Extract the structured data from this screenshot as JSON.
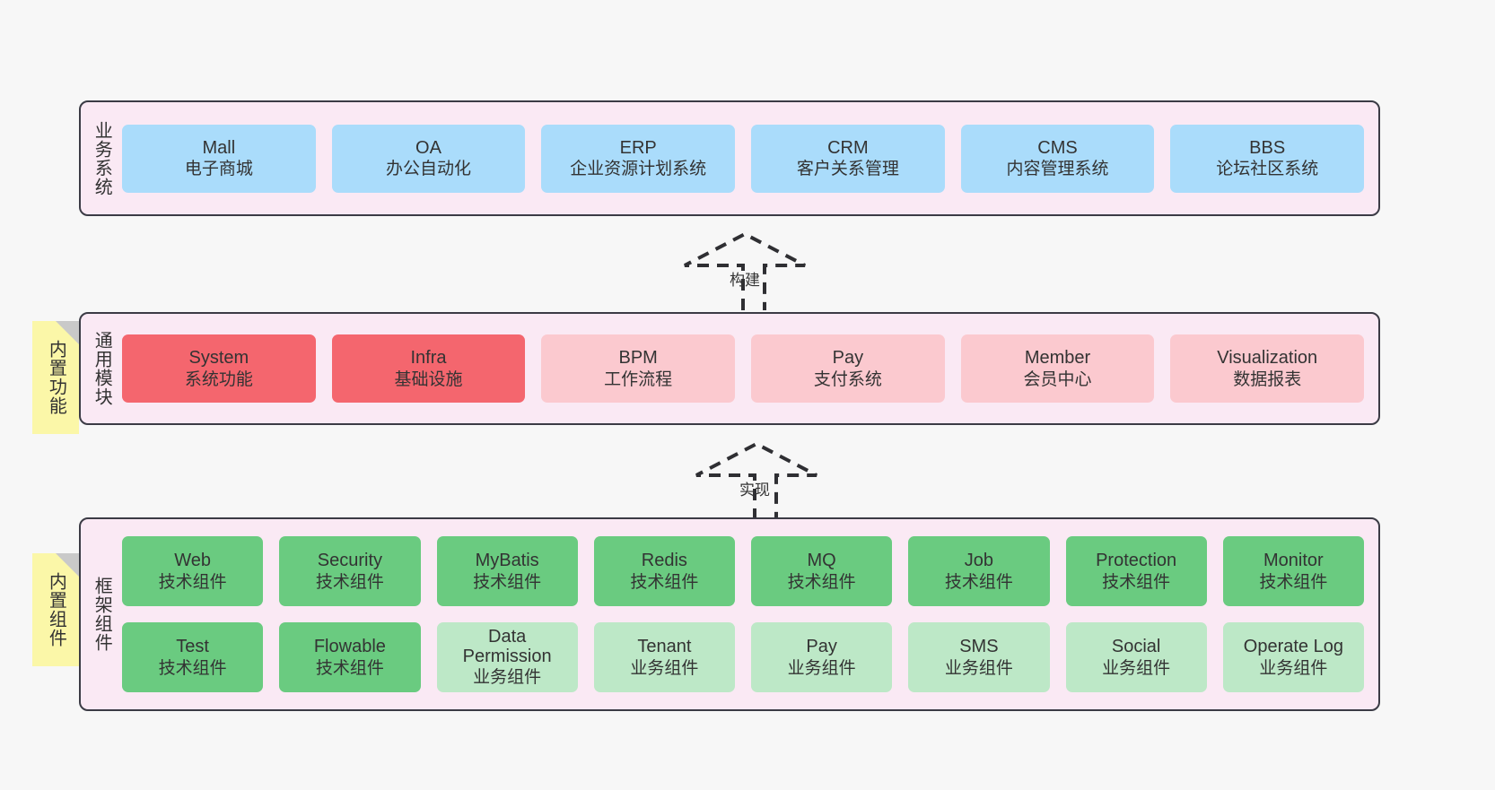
{
  "diagram": {
    "background_color": "#f7f7f7",
    "panel_color": "#fae9f4",
    "panel_border_color": "#3b3b45",
    "note_color": "#fbf7a8",
    "note_fold_color": "#c9c9c9"
  },
  "layers": [
    {
      "title": "业务系统",
      "note": null,
      "rows": [
        {
          "items": [
            {
              "name": "Mall",
              "subtitle": "电子商城",
              "style": "blue"
            },
            {
              "name": "OA",
              "subtitle": "办公自动化",
              "style": "blue"
            },
            {
              "name": "ERP",
              "subtitle": "企业资源计划系统",
              "style": "blue"
            },
            {
              "name": "CRM",
              "subtitle": "客户关系管理",
              "style": "blue"
            },
            {
              "name": "CMS",
              "subtitle": "内容管理系统",
              "style": "blue"
            },
            {
              "name": "BBS",
              "subtitle": "论坛社区系统",
              "style": "blue"
            }
          ]
        }
      ]
    },
    {
      "title": "通用模块",
      "note": "内置功能",
      "rows": [
        {
          "items": [
            {
              "name": "System",
              "subtitle": "系统功能",
              "style": "red"
            },
            {
              "name": "Infra",
              "subtitle": "基础设施",
              "style": "red"
            },
            {
              "name": "BPM",
              "subtitle": "工作流程",
              "style": "pink"
            },
            {
              "name": "Pay",
              "subtitle": "支付系统",
              "style": "pink"
            },
            {
              "name": "Member",
              "subtitle": "会员中心",
              "style": "pink"
            },
            {
              "name": "Visualization",
              "subtitle": "数据报表",
              "style": "pink"
            }
          ]
        }
      ]
    },
    {
      "title": "框架组件",
      "note": "内置组件",
      "rows": [
        {
          "items": [
            {
              "name": "Web",
              "subtitle": "技术组件",
              "style": "green"
            },
            {
              "name": "Security",
              "subtitle": "技术组件",
              "style": "green"
            },
            {
              "name": "MyBatis",
              "subtitle": "技术组件",
              "style": "green"
            },
            {
              "name": "Redis",
              "subtitle": "技术组件",
              "style": "green"
            },
            {
              "name": "MQ",
              "subtitle": "技术组件",
              "style": "green"
            },
            {
              "name": "Job",
              "subtitle": "技术组件",
              "style": "green"
            },
            {
              "name": "Protection",
              "subtitle": "技术组件",
              "style": "green"
            },
            {
              "name": "Monitor",
              "subtitle": "技术组件",
              "style": "green"
            }
          ]
        },
        {
          "items": [
            {
              "name": "Test",
              "subtitle": "技术组件",
              "style": "green"
            },
            {
              "name": "Flowable",
              "subtitle": "技术组件",
              "style": "green"
            },
            {
              "name": "Data Permission",
              "subtitle": "业务组件",
              "style": "lightgreen"
            },
            {
              "name": "Tenant",
              "subtitle": "业务组件",
              "style": "lightgreen"
            },
            {
              "name": "Pay",
              "subtitle": "业务组件",
              "style": "lightgreen"
            },
            {
              "name": "SMS",
              "subtitle": "业务组件",
              "style": "lightgreen"
            },
            {
              "name": "Social",
              "subtitle": "业务组件",
              "style": "lightgreen"
            },
            {
              "name": "Operate Log",
              "subtitle": "业务组件",
              "style": "lightgreen"
            }
          ]
        }
      ]
    }
  ],
  "connectors": [
    {
      "label": "构建",
      "direction": "up"
    },
    {
      "label": "实现",
      "direction": "up"
    }
  ]
}
